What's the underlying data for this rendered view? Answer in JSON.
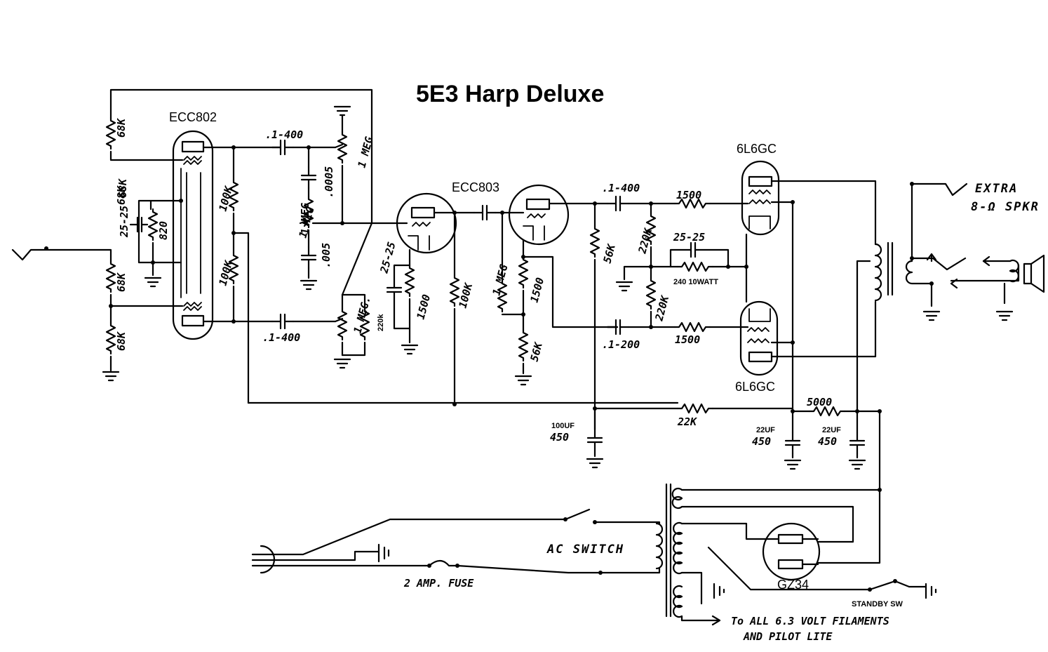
{
  "title": "5E3 Harp Deluxe",
  "tubes": {
    "v1": "ECC802",
    "v2": "ECC803",
    "v3": "6L6GC",
    "v4": "6L6GC",
    "rect": "GZ34"
  },
  "labels": {
    "r_68k_top": "68K",
    "r_68k_mid_a": "68K",
    "r_68k_mid_b": "68K",
    "r_68k_in_a": "68K",
    "r_68k_in_b": "68K",
    "c_25_25_a": "25-25",
    "r_820": "820",
    "r_100k_a": "100K",
    "r_100k_b": "100K",
    "c_1_400_a": ".1-400",
    "c_1_400_b": ".1-400",
    "c_0005_a": ".0005",
    "c_005": ".005",
    "pot_1meg_a": "1 MEG",
    "pot_1meg_b": "1 MEG",
    "pot_1meg_c": "1 MEG.",
    "r_220k_small": "220k",
    "c_25_25_b": "25-25",
    "r_1500_a": "1500",
    "r_100k_c": "100K",
    "r_1meg_d": "1 MEG",
    "r_1500_b": "1500",
    "r_56k_a": "56K",
    "r_56k_b": "56K",
    "c_1_400_c": ".1-400",
    "r_220k_a": "220K",
    "r_220k_b": "220K",
    "r_1500_c": "1500",
    "r_1500_d": "1500",
    "c_25_25_c": "25-25",
    "r_240": "240 10WATT",
    "c_1_200": ".1-200",
    "r_22k": "22K",
    "r_5000": "5000",
    "c_100uf": "100UF",
    "c_100uf_v": "450",
    "c_22uf_a": "22UF",
    "c_22uf_a_v": "450",
    "c_22uf_b": "22UF",
    "c_22uf_b_v": "450",
    "extra": "EXTRA",
    "spkr": "8-Ω  SPKR",
    "ac_switch": "AC SWITCH",
    "fuse": "2 AMP. FUSE",
    "standby": "STANDBY SW",
    "filaments_a": "To ALL 6.3 VOLT FILAMENTS",
    "filaments_b": "AND  PILOT  LITE"
  }
}
